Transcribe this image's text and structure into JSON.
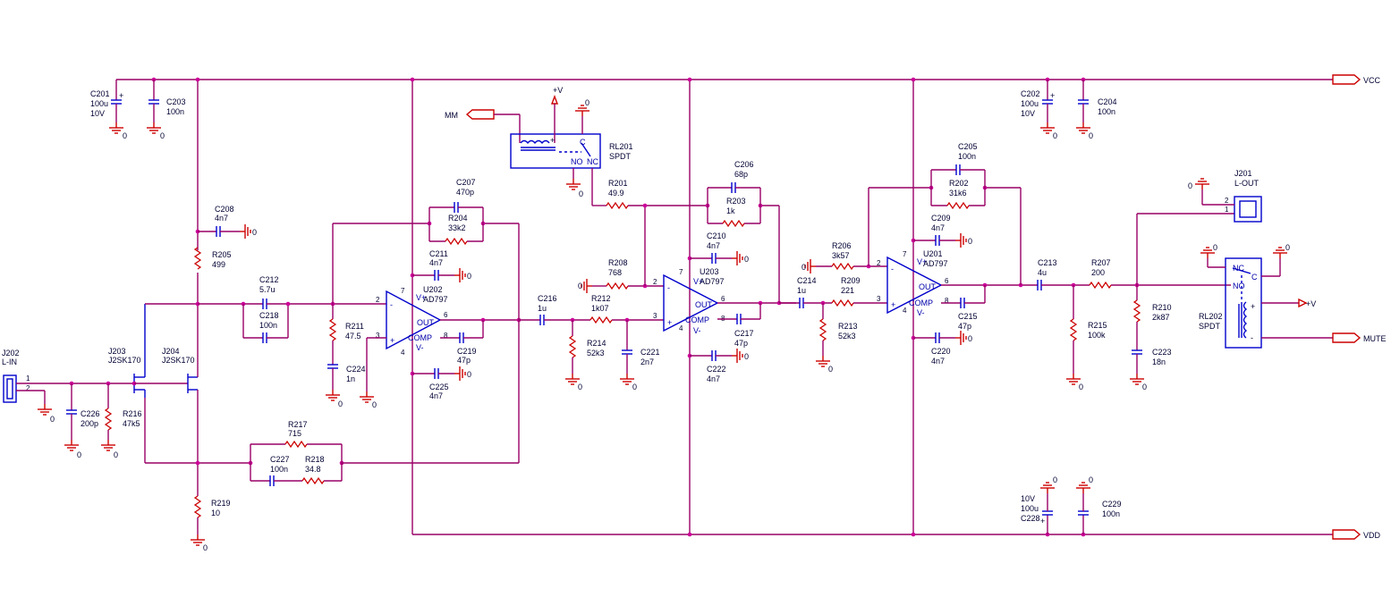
{
  "nets": {
    "vcc": "VCC",
    "vdd": "VDD",
    "mm": "MM",
    "mute": "MUTE",
    "vplus": "+V"
  },
  "connectors": {
    "j202": {
      "ref": "J202",
      "name": "L-IN",
      "pin1": "1",
      "pin2": "2"
    },
    "j201": {
      "ref": "J201",
      "name": "L-OUT",
      "pin1": "1",
      "pin2": "2"
    }
  },
  "transistors": {
    "j203": {
      "ref": "J203",
      "part": "J2SK170"
    },
    "j204": {
      "ref": "J204",
      "part": "J2SK170"
    }
  },
  "opamps": {
    "u202": {
      "ref": "U202",
      "part": "AD797"
    },
    "u203": {
      "ref": "U203",
      "part": "AD797"
    },
    "u201": {
      "ref": "U201",
      "part": "AD797"
    }
  },
  "opamp_pins": {
    "out": "OUT",
    "comp": "COMP",
    "vplus": "V+",
    "vminus": "V-",
    "minus": "-",
    "plus": "+"
  },
  "relays": {
    "rl201": {
      "ref": "RL201",
      "type": "SPDT",
      "no": "NO",
      "nc": "NC",
      "c": "C"
    },
    "rl202": {
      "ref": "RL202",
      "type": "SPDT",
      "no": "NO",
      "nc": "NC",
      "c": "C"
    }
  },
  "gnd": "0",
  "components": {
    "c201": {
      "ref": "C201",
      "value": "100u",
      "value2": "10V"
    },
    "c203": {
      "ref": "C203",
      "value": "100n"
    },
    "c202": {
      "ref": "C202",
      "value": "100u",
      "value2": "10V"
    },
    "c204": {
      "ref": "C204",
      "value": "100n"
    },
    "c228": {
      "ref": "C228",
      "value": "100u",
      "value2": "10V"
    },
    "c229": {
      "ref": "C229",
      "value": "100n"
    },
    "c208": {
      "ref": "C208",
      "value": "4n7"
    },
    "r205": {
      "ref": "R205",
      "value": "499"
    },
    "c212": {
      "ref": "C212",
      "value": "5.7u"
    },
    "c218": {
      "ref": "C218",
      "value": "100n"
    },
    "r211": {
      "ref": "R211",
      "value": "47.5"
    },
    "c224": {
      "ref": "C224",
      "value": "1n"
    },
    "c207": {
      "ref": "C207",
      "value": "470p"
    },
    "r204": {
      "ref": "R204",
      "value": "33k2"
    },
    "c211": {
      "ref": "C211",
      "value": "4n7"
    },
    "c219": {
      "ref": "C219",
      "value": "47p"
    },
    "c225": {
      "ref": "C225",
      "value": "4n7"
    },
    "c226": {
      "ref": "C226",
      "value": "200p"
    },
    "r216": {
      "ref": "R216",
      "value": "47k5"
    },
    "r217": {
      "ref": "R217",
      "value": "715"
    },
    "c227": {
      "ref": "C227",
      "value": "100n"
    },
    "r218": {
      "ref": "R218",
      "value": "34.8"
    },
    "r219": {
      "ref": "R219",
      "value": "10"
    },
    "c216": {
      "ref": "C216",
      "value": "1u"
    },
    "r212": {
      "ref": "R212",
      "value": "1k07"
    },
    "r214": {
      "ref": "R214",
      "value": "52k3"
    },
    "c221": {
      "ref": "C221",
      "value": "2n7"
    },
    "r208": {
      "ref": "R208",
      "value": "768"
    },
    "r201": {
      "ref": "R201",
      "value": "49.9"
    },
    "c206": {
      "ref": "C206",
      "value": "68p"
    },
    "r203": {
      "ref": "R203",
      "value": "1k"
    },
    "c210": {
      "ref": "C210",
      "value": "4n7"
    },
    "c217": {
      "ref": "C217",
      "value": "47p"
    },
    "c222": {
      "ref": "C222",
      "value": "4n7"
    },
    "c214": {
      "ref": "C214",
      "value": "1u"
    },
    "r206": {
      "ref": "R206",
      "value": "3k57"
    },
    "r209": {
      "ref": "R209",
      "value": "221"
    },
    "r213": {
      "ref": "R213",
      "value": "52k3"
    },
    "c205": {
      "ref": "C205",
      "value": "100n"
    },
    "r202": {
      "ref": "R202",
      "value": "31k6"
    },
    "c209": {
      "ref": "C209",
      "value": "4n7"
    },
    "c215": {
      "ref": "C215",
      "value": "47p"
    },
    "c220": {
      "ref": "C220",
      "value": "4n7"
    },
    "c213": {
      "ref": "C213",
      "value": "4u"
    },
    "r207": {
      "ref": "R207",
      "value": "200"
    },
    "r215": {
      "ref": "R215",
      "value": "100k"
    },
    "r210": {
      "ref": "R210",
      "value": "2k87"
    },
    "c223": {
      "ref": "C223",
      "value": "18n"
    }
  }
}
